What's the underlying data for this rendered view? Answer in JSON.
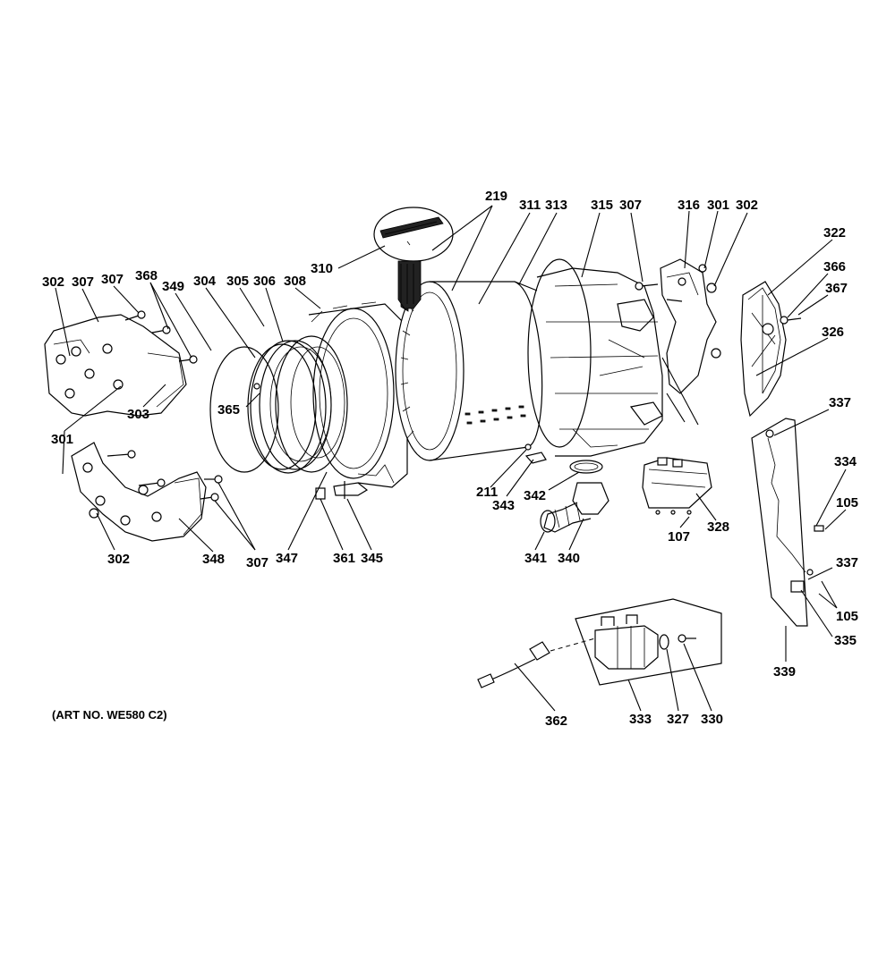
{
  "art_number": "(ART NO. WE580 C2)",
  "callouts": [
    {
      "id": "c219a",
      "text": "219"
    },
    {
      "id": "c311",
      "text": "311"
    },
    {
      "id": "c313",
      "text": "313"
    },
    {
      "id": "c315",
      "text": "315"
    },
    {
      "id": "c307a",
      "text": "307"
    },
    {
      "id": "c316",
      "text": "316"
    },
    {
      "id": "c301a",
      "text": "301"
    },
    {
      "id": "c302a",
      "text": "302"
    },
    {
      "id": "c322",
      "text": "322"
    },
    {
      "id": "c366",
      "text": "366"
    },
    {
      "id": "c367",
      "text": "367"
    },
    {
      "id": "c326",
      "text": "326"
    },
    {
      "id": "c310",
      "text": "310"
    },
    {
      "id": "c302b",
      "text": "302"
    },
    {
      "id": "c307b",
      "text": "307"
    },
    {
      "id": "c307c",
      "text": "307"
    },
    {
      "id": "c368",
      "text": "368"
    },
    {
      "id": "c349",
      "text": "349"
    },
    {
      "id": "c304",
      "text": "304"
    },
    {
      "id": "c305",
      "text": "305"
    },
    {
      "id": "c306",
      "text": "306"
    },
    {
      "id": "c308",
      "text": "308"
    },
    {
      "id": "c365",
      "text": "365"
    },
    {
      "id": "c303",
      "text": "303"
    },
    {
      "id": "c301b",
      "text": "301"
    },
    {
      "id": "c337a",
      "text": "337"
    },
    {
      "id": "c334",
      "text": "334"
    },
    {
      "id": "c105a",
      "text": "105"
    },
    {
      "id": "c337b",
      "text": "337"
    },
    {
      "id": "c105b",
      "text": "105"
    },
    {
      "id": "c335",
      "text": "335"
    },
    {
      "id": "c339",
      "text": "339"
    },
    {
      "id": "c211",
      "text": "211"
    },
    {
      "id": "c343",
      "text": "343"
    },
    {
      "id": "c342",
      "text": "342"
    },
    {
      "id": "c328",
      "text": "328"
    },
    {
      "id": "c107",
      "text": "107"
    },
    {
      "id": "c302c",
      "text": "302"
    },
    {
      "id": "c348",
      "text": "348"
    },
    {
      "id": "c307d",
      "text": "307"
    },
    {
      "id": "c347",
      "text": "347"
    },
    {
      "id": "c361",
      "text": "361"
    },
    {
      "id": "c345",
      "text": "345"
    },
    {
      "id": "c341",
      "text": "341"
    },
    {
      "id": "c340",
      "text": "340"
    },
    {
      "id": "c362",
      "text": "362"
    },
    {
      "id": "c333",
      "text": "333"
    },
    {
      "id": "c327",
      "text": "327"
    },
    {
      "id": "c330",
      "text": "330"
    }
  ]
}
